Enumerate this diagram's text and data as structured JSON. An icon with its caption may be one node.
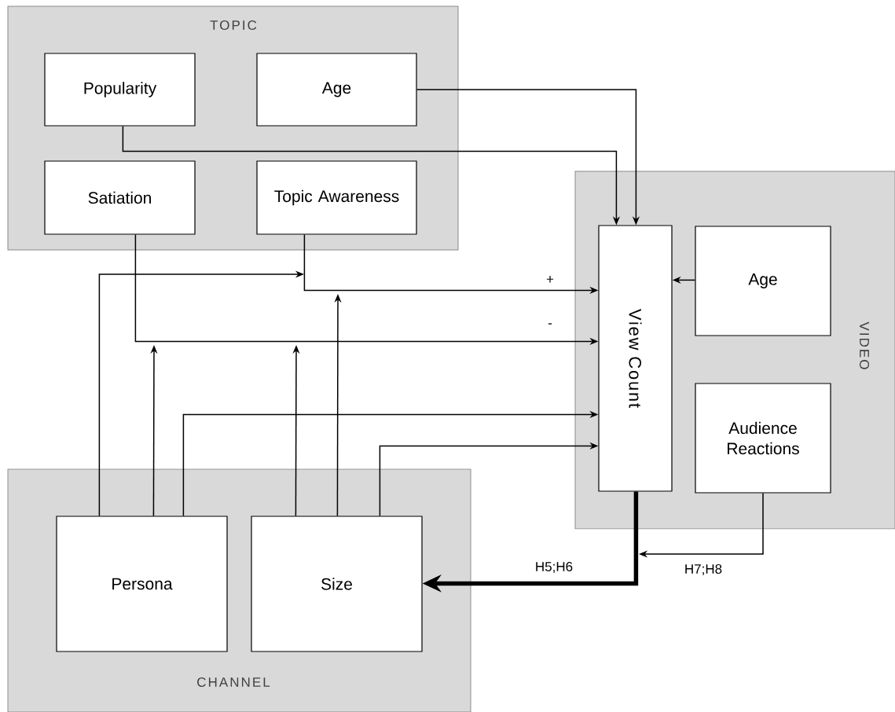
{
  "diagram": {
    "nodes": [
      {
        "text": [
          "TOPIC"
        ]
      },
      {
        "text": [
          "Popularity"
        ],
        "in": 0
      },
      {
        "text": [
          "Age"
        ],
        "in": 0
      },
      {
        "text": [
          "Satiation"
        ],
        "in": 0
      },
      {
        "text": [
          "Topic Awareness"
        ],
        "in": 0
      },
      {
        "text": [
          "VIDEO"
        ]
      },
      {
        "text": [
          "View Count"
        ],
        "in": 5
      },
      {
        "text": [
          "Age"
        ],
        "in": 5
      },
      {
        "text": [
          "Audience Reactions"
        ],
        "in": 5
      },
      {
        "text": [
          "CHANNEL"
        ]
      },
      {
        "text": [
          "Persona"
        ],
        "in": 9
      },
      {
        "text": [
          "Size"
        ],
        "in": 9
      }
    ],
    "edges": [
      {
        "from": 1,
        "to": 6,
        "arrow": "to"
      },
      {
        "from": 2,
        "to": 6,
        "arrow": "to"
      },
      {
        "from": 4,
        "to": 6,
        "arrow": "to",
        "label": "+"
      },
      {
        "from": 3,
        "to": 6,
        "arrow": "to",
        "label": "-"
      },
      {
        "from": 10,
        "to": null,
        "arrow": "to"
      },
      {
        "from": 10,
        "to": null,
        "arrow": "to"
      },
      {
        "from": 10,
        "to": 6,
        "arrow": "to"
      },
      {
        "from": 11,
        "to": null,
        "arrow": "to"
      },
      {
        "from": 11,
        "to": null,
        "arrow": "to"
      },
      {
        "from": 11,
        "to": 6,
        "arrow": "to"
      },
      {
        "from": 7,
        "to": 6,
        "arrow": "to"
      },
      {
        "from": 6,
        "to": 11,
        "arrow": "to",
        "label": "H5;H6",
        "style": "thick"
      },
      {
        "from": 8,
        "to": null,
        "arrow": "to",
        "label": "H7;H8"
      }
    ]
  }
}
